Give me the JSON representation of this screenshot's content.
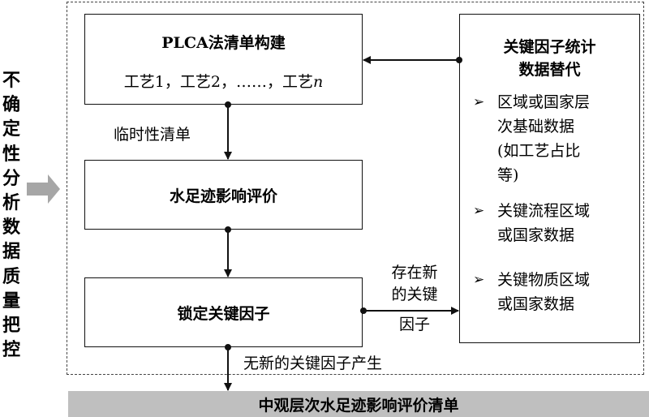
{
  "side_label": "不确定性分析数据质量把控",
  "box1": {
    "title": "PLCA法清单构建",
    "process_prefix": "工艺1，工艺2，……，工艺",
    "process_n": "n"
  },
  "label_temp": "临时性清单",
  "box2": {
    "title": "水足迹影响评价"
  },
  "box3": {
    "title": "锁定关键因子"
  },
  "label_new": [
    "存在新",
    "的关键",
    "因子"
  ],
  "label_none": "无新的关键因子产生",
  "right_box": {
    "title_line1": "关键因子统计",
    "title_line2": "数据替代",
    "bullet_glyph": "➢",
    "items": [
      {
        "lines": [
          "区域或国家层",
          "次基础数据",
          "(如工艺占比",
          "等)"
        ]
      },
      {
        "lines": [
          "关键流程区域",
          "或国家数据"
        ]
      },
      {
        "lines": [
          "关键物质区域",
          "或国家数据"
        ]
      }
    ]
  },
  "bottom_bar": "中观层次水足迹影响评价清单"
}
